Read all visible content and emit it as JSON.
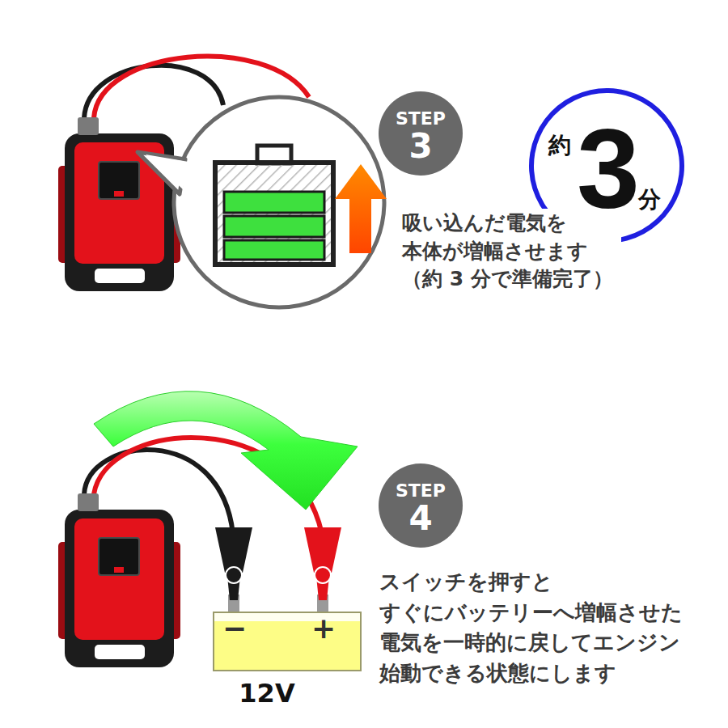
{
  "diagram": {
    "nodes": [
      {
        "text": [
          "STEP",
          "3"
        ]
      },
      {
        "text": [
          "約",
          "3",
          "分"
        ]
      },
      {
        "text": [
          "STEP",
          "4"
        ]
      },
      {
        "text": [
          "−",
          "+",
          "12V"
        ]
      }
    ],
    "labels": [
      "吸い込んだ電気を 本体が増幅させます （約 3 分で準備完了）",
      "スイッチを押すと すぐにバッテリーへ増幅させた 電気を一時的に戻してエンジン 始動できる状態にします"
    ]
  }
}
